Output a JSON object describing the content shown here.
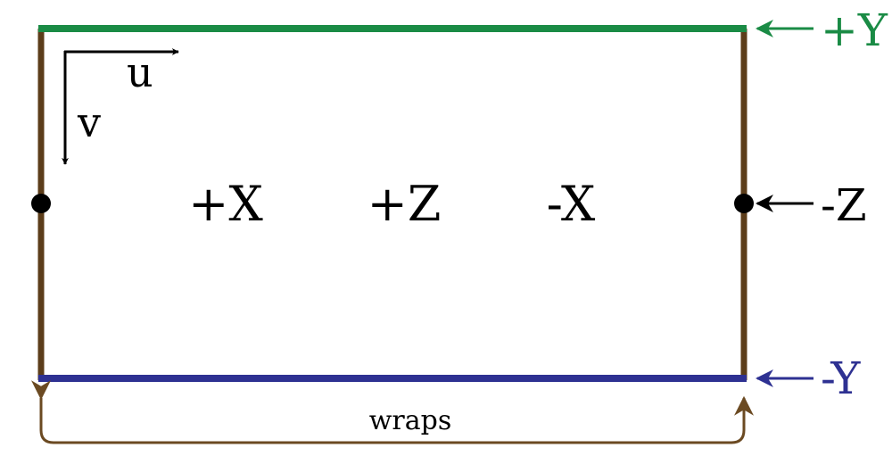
{
  "labels": {
    "u": "u",
    "v": "v",
    "plus_x": "+X",
    "plus_z": "+Z",
    "minus_x": "-X",
    "plus_y": "+Y",
    "minus_z": "-Z",
    "minus_y": "-Y",
    "wraps": "wraps"
  },
  "colors": {
    "top_edge": "#1a8b45",
    "bottom_edge": "#2e3192",
    "side_edges": "#5c3d1a",
    "wrap_arrow": "#6b4a22",
    "axis_arrows": "#000000"
  }
}
